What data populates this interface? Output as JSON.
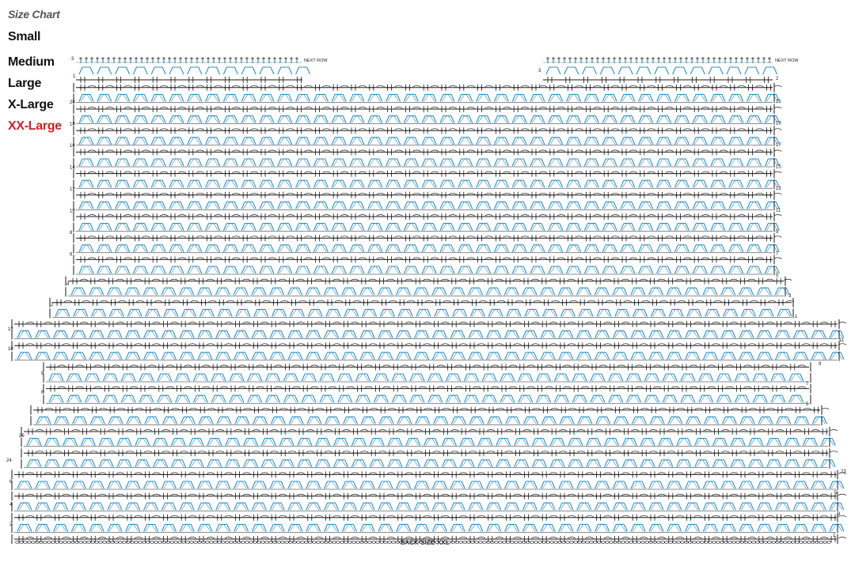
{
  "legend": {
    "title": "Size Chart",
    "sizes": [
      "Small",
      "Medium",
      "Large",
      "X-Large",
      "XX-Large"
    ],
    "active_size": "XX-Large",
    "active_color": "#d0202c"
  },
  "diagram": {
    "caption": "BACK SIZE XXL",
    "next_row_label": "NEXT ROW",
    "stitch_colors": {
      "dark": "#1a1a1a",
      "blue": "#2b8fc8"
    },
    "left_shoulder_rows": [
      "3",
      "1"
    ],
    "right_shoulder_rows": [
      "3",
      "2",
      "1"
    ],
    "upper_left_row_labels": [
      "20",
      "18",
      "16",
      "14",
      "12",
      "10",
      "8",
      "6"
    ],
    "upper_right_row_labels": [
      "21",
      "19",
      "17",
      "15",
      "13",
      "11",
      "9",
      "7",
      "5"
    ],
    "armhole_left_labels": [
      "4",
      "2",
      "12",
      "10",
      "8",
      "6"
    ],
    "armhole_right_labels": [
      "3",
      "1",
      "11",
      "9",
      "7",
      "5"
    ],
    "body_left_labels": [
      "26",
      "24",
      "6",
      "4",
      "2"
    ],
    "body_right_labels": [
      "23",
      "5",
      "3",
      "1"
    ]
  }
}
